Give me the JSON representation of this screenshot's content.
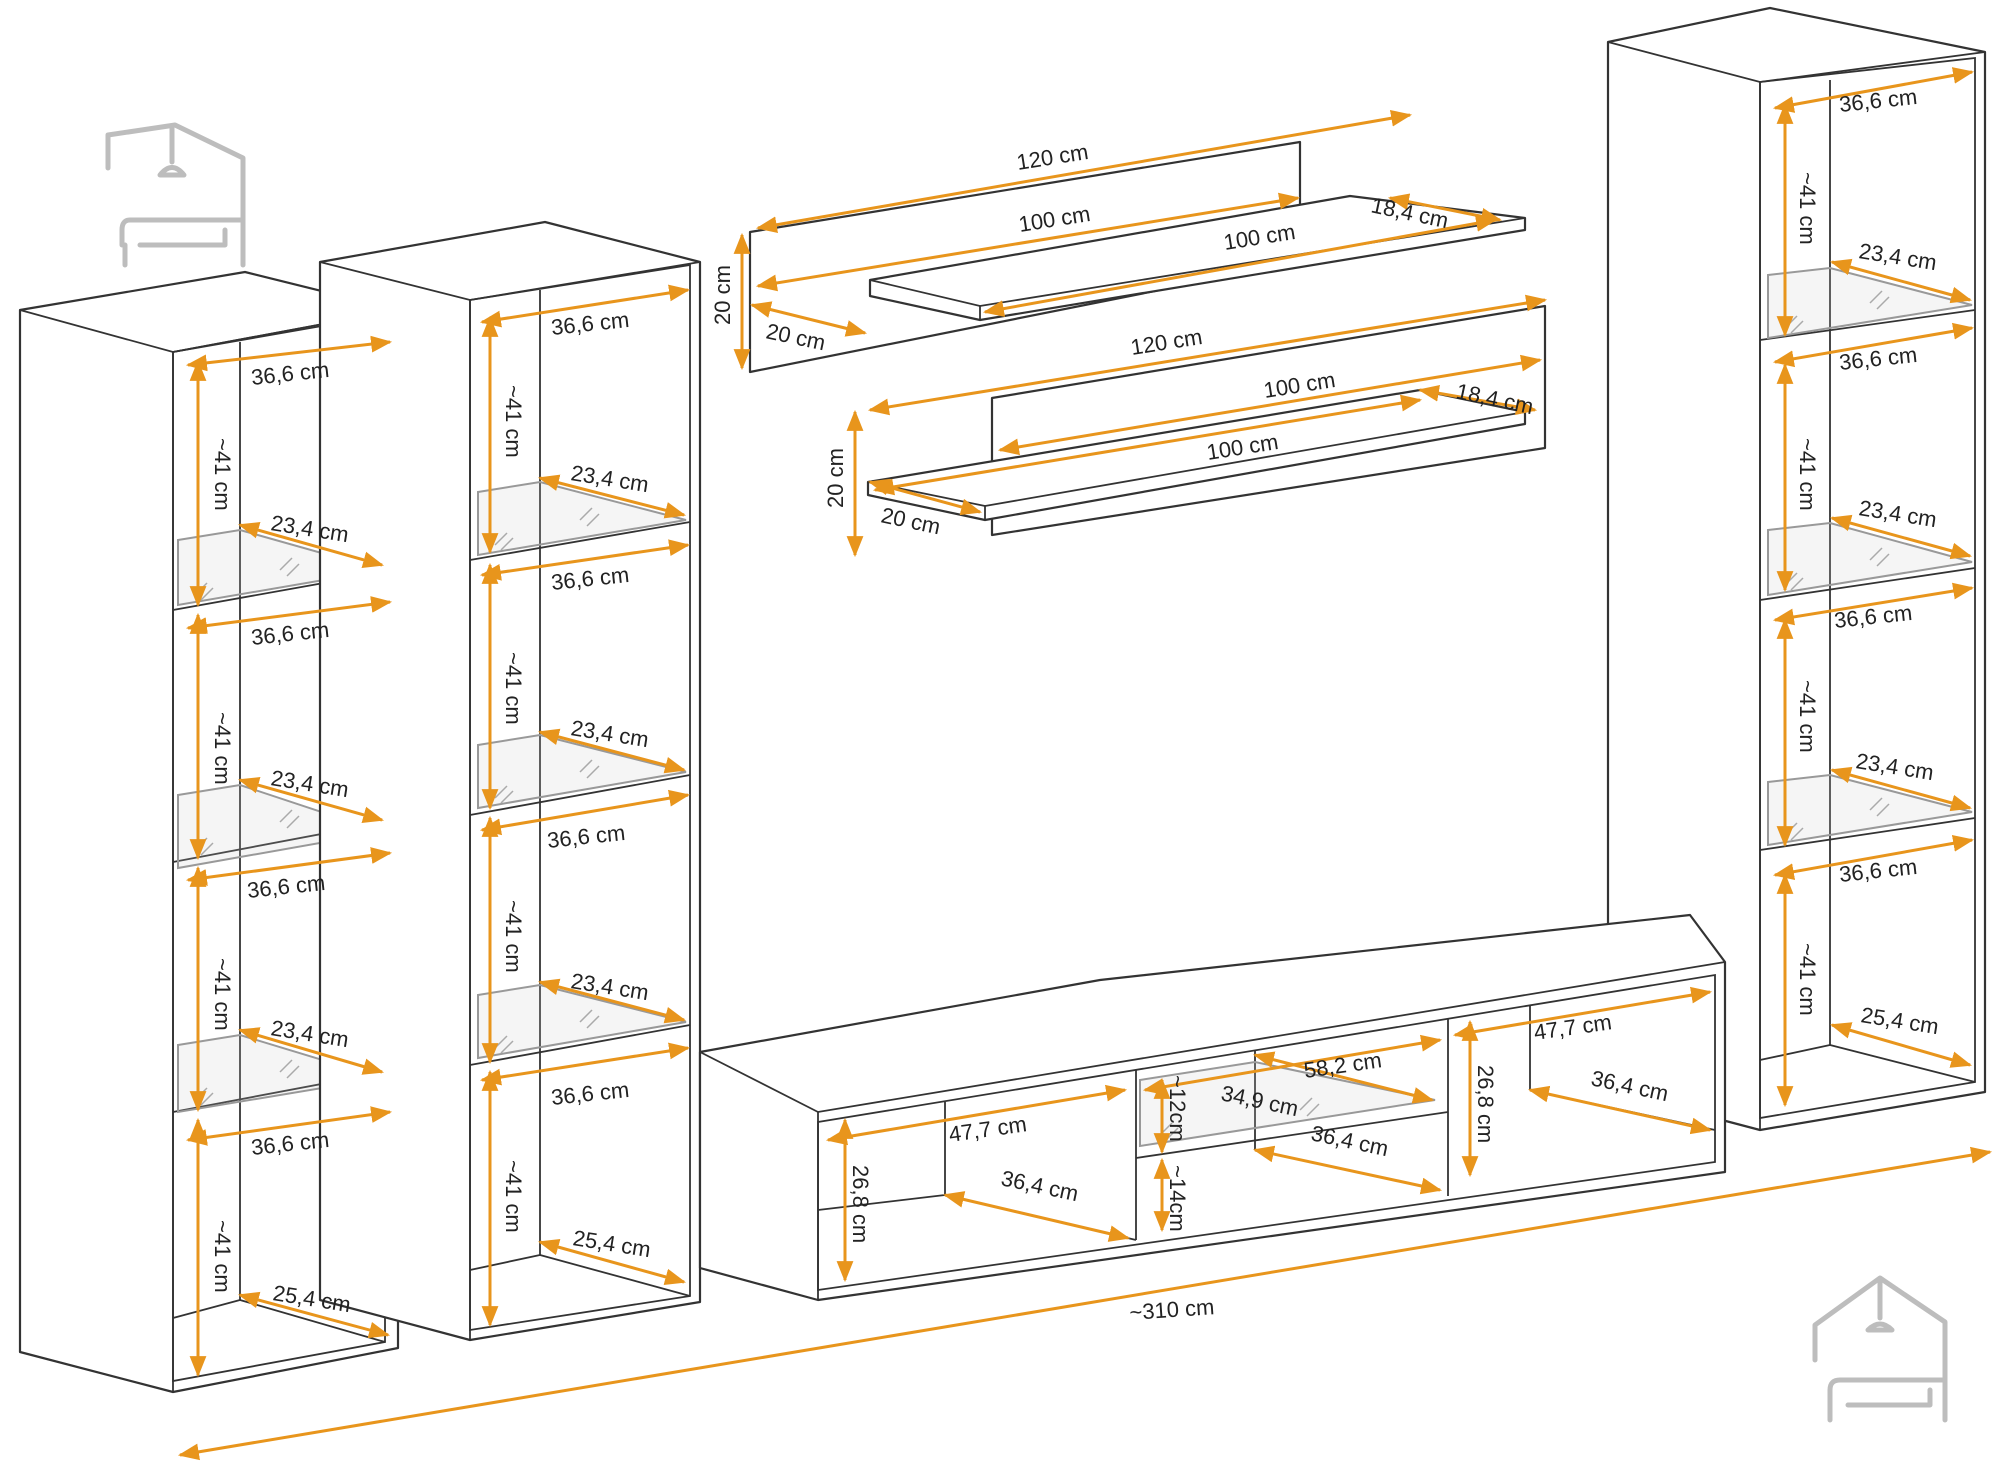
{
  "colors": {
    "dimension": "#E8951C",
    "outline": "#333333",
    "glass": "#999999",
    "logo": "#BDBDBD"
  },
  "icons": {
    "logo": "house-with-sofa-icon"
  },
  "dimensions": {
    "total_width": "~310 cm",
    "left_cabinet_1": {
      "width_labels": [
        "36,6 cm",
        "36,6 cm",
        "36,6 cm",
        "36,6 cm"
      ],
      "glass_depth_labels": [
        "23,4 cm",
        "23,4 cm",
        "23,4 cm"
      ],
      "bottom_depth": "25,4 cm",
      "height_labels": [
        "~41 cm",
        "~41 cm",
        "~41 cm",
        "~41 cm"
      ]
    },
    "left_cabinet_2": {
      "width_labels": [
        "36,6 cm",
        "36,6 cm",
        "36,6 cm",
        "36,6 cm"
      ],
      "glass_depth_labels": [
        "23,4 cm",
        "23,4 cm",
        "23,4 cm"
      ],
      "bottom_depth": "25,4 cm",
      "height_labels": [
        "~41 cm",
        "~41 cm",
        "~41 cm",
        "~41 cm"
      ]
    },
    "right_cabinet": {
      "width_labels": [
        "36,6 cm",
        "36,6 cm",
        "36,6 cm",
        "36,6 cm"
      ],
      "glass_depth_labels": [
        "23,4 cm",
        "23,4 cm",
        "23,4 cm"
      ],
      "bottom_depth": "25,4 cm",
      "height_labels": [
        "~41 cm",
        "~41 cm",
        "~41 cm",
        "~41 cm"
      ]
    },
    "shelf_top": {
      "back_length": "120 cm",
      "front_length": "100 cm",
      "shelf_length": "100 cm",
      "shelf_depth": "18,4 cm",
      "height": "20 cm",
      "depth": "20 cm"
    },
    "shelf_bottom": {
      "back_length": "120 cm",
      "front_length": "100 cm",
      "shelf_length": "100 cm",
      "shelf_depth": "18,4 cm",
      "height": "20 cm",
      "depth": "20 cm"
    },
    "tv_unit": {
      "left_width": "47,7 cm",
      "left_depth": "36,4 cm",
      "left_height": "26,8 cm",
      "middle_width": "58,2 cm",
      "middle_glass_depth": "34,9 cm",
      "middle_depth": "36,4 cm",
      "middle_upper_height": "~12cm",
      "middle_lower_height": "~14cm",
      "right_width": "47,7 cm",
      "right_depth": "36,4 cm",
      "right_height": "26,8 cm"
    }
  }
}
